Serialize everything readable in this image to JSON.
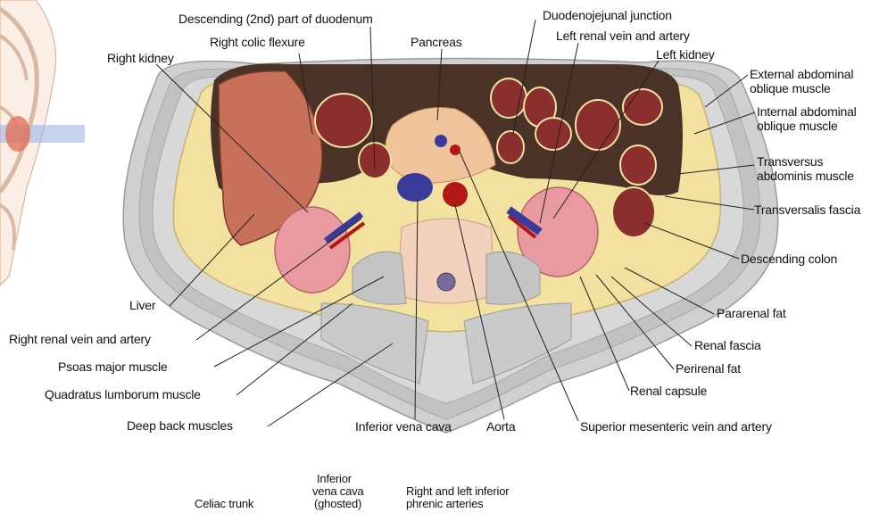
{
  "labels": {
    "descending_duodenum": "Descending (2nd) part of duodenum",
    "right_colic_flexure": "Right colic flexure",
    "pancreas": "Pancreas",
    "duodenojejunal_junction": "Duodenojejunal junction",
    "left_renal_vein_artery": "Left renal vein and artery",
    "left_kidney": "Left kidney",
    "right_kidney": "Right kidney",
    "external_oblique_1": "External abdominal",
    "external_oblique_2": "oblique muscle",
    "internal_oblique_1": "Internal abdominal",
    "internal_oblique_2": "oblique muscle",
    "transversus_1": "Transversus",
    "transversus_2": "abdominis muscle",
    "transversalis_fascia": "Transversalis fascia",
    "descending_colon": "Descending colon",
    "liver": "Liver",
    "pararenal_fat": "Pararenal fat",
    "right_renal_vein_artery": "Right renal vein and artery",
    "renal_fascia": "Renal fascia",
    "psoas_major": "Psoas major muscle",
    "perirenal_fat": "Perirenal fat",
    "quadratus_lumborum": "Quadratus lumborum muscle",
    "renal_capsule": "Renal capsule",
    "deep_back_muscles": "Deep back muscles",
    "inferior_vena_cava": "Inferior vena cava",
    "aorta": "Aorta",
    "superior_mesenteric": "Superior mesenteric vein and artery",
    "ivc_ghosted_1": "Inferior",
    "ivc_ghosted_2": "vena cava",
    "ivc_ghosted_3": "(ghosted)",
    "celiac_trunk": "Celiac trunk",
    "phrenic_1": "Right and left inferior",
    "phrenic_2": "phrenic arteries"
  },
  "colors": {
    "muscle_wall": "#c9c9c9",
    "fat": "#f3e1a0",
    "peritoneal_cavity": "#4a3226",
    "liver": "#c8705a",
    "kidney": "#e89aa0",
    "bowel": "#8a2e2e",
    "vein": "#3a3a9a",
    "artery": "#b01818",
    "pancreas": "#f0c49a"
  }
}
